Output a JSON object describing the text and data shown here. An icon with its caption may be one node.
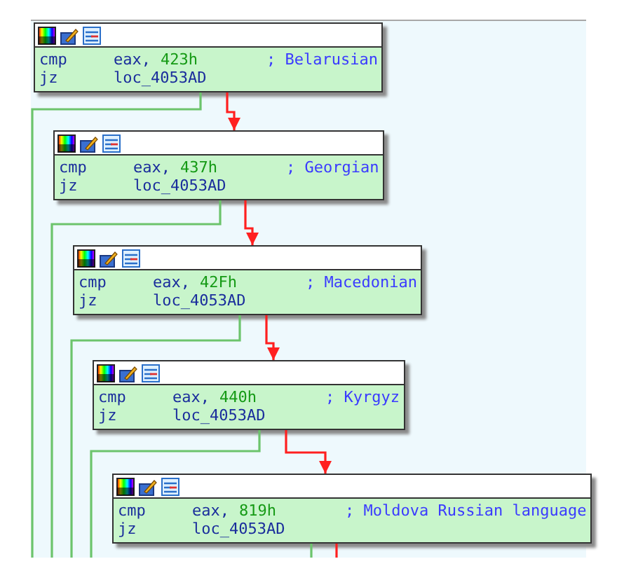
{
  "diagram": {
    "nodes": [
      {
        "text": [
          "cmp",
          "eax,",
          "423h",
          "; Belarusian",
          "jz",
          "loc_4053AD"
        ]
      },
      {
        "text": [
          "cmp",
          "eax,",
          "437h",
          "; Georgian",
          "jz",
          "loc_4053AD"
        ]
      },
      {
        "text": [
          "cmp",
          "eax,",
          "42Fh",
          "; Macedonian",
          "jz",
          "loc_4053AD"
        ]
      },
      {
        "text": [
          "cmp",
          "eax,",
          "440h",
          "; Kyrgyz",
          "jz",
          "loc_4053AD"
        ]
      },
      {
        "text": [
          "cmp",
          "eax,",
          "819h",
          "; Moldova Russian language",
          "jz",
          "loc_4053AD"
        ]
      }
    ],
    "edges": [
      {
        "from": 0,
        "to": 1,
        "arrow": "to",
        "color": "#ff2020"
      },
      {
        "from": 0,
        "to": null,
        "arrow": "none",
        "color": "#6cc46c"
      },
      {
        "from": 1,
        "to": 2,
        "arrow": "to",
        "color": "#ff2020"
      },
      {
        "from": 1,
        "to": null,
        "arrow": "none",
        "color": "#6cc46c"
      },
      {
        "from": 2,
        "to": 3,
        "arrow": "to",
        "color": "#ff2020"
      },
      {
        "from": 2,
        "to": null,
        "arrow": "none",
        "color": "#6cc46c"
      },
      {
        "from": 3,
        "to": 4,
        "arrow": "to",
        "color": "#ff2020"
      },
      {
        "from": 3,
        "to": null,
        "arrow": "none",
        "color": "#6cc46c"
      },
      {
        "from": 4,
        "to": null,
        "arrow": "none",
        "color": "#ff2020"
      },
      {
        "from": 4,
        "to": null,
        "arrow": "none",
        "color": "#6cc46c"
      }
    ]
  }
}
